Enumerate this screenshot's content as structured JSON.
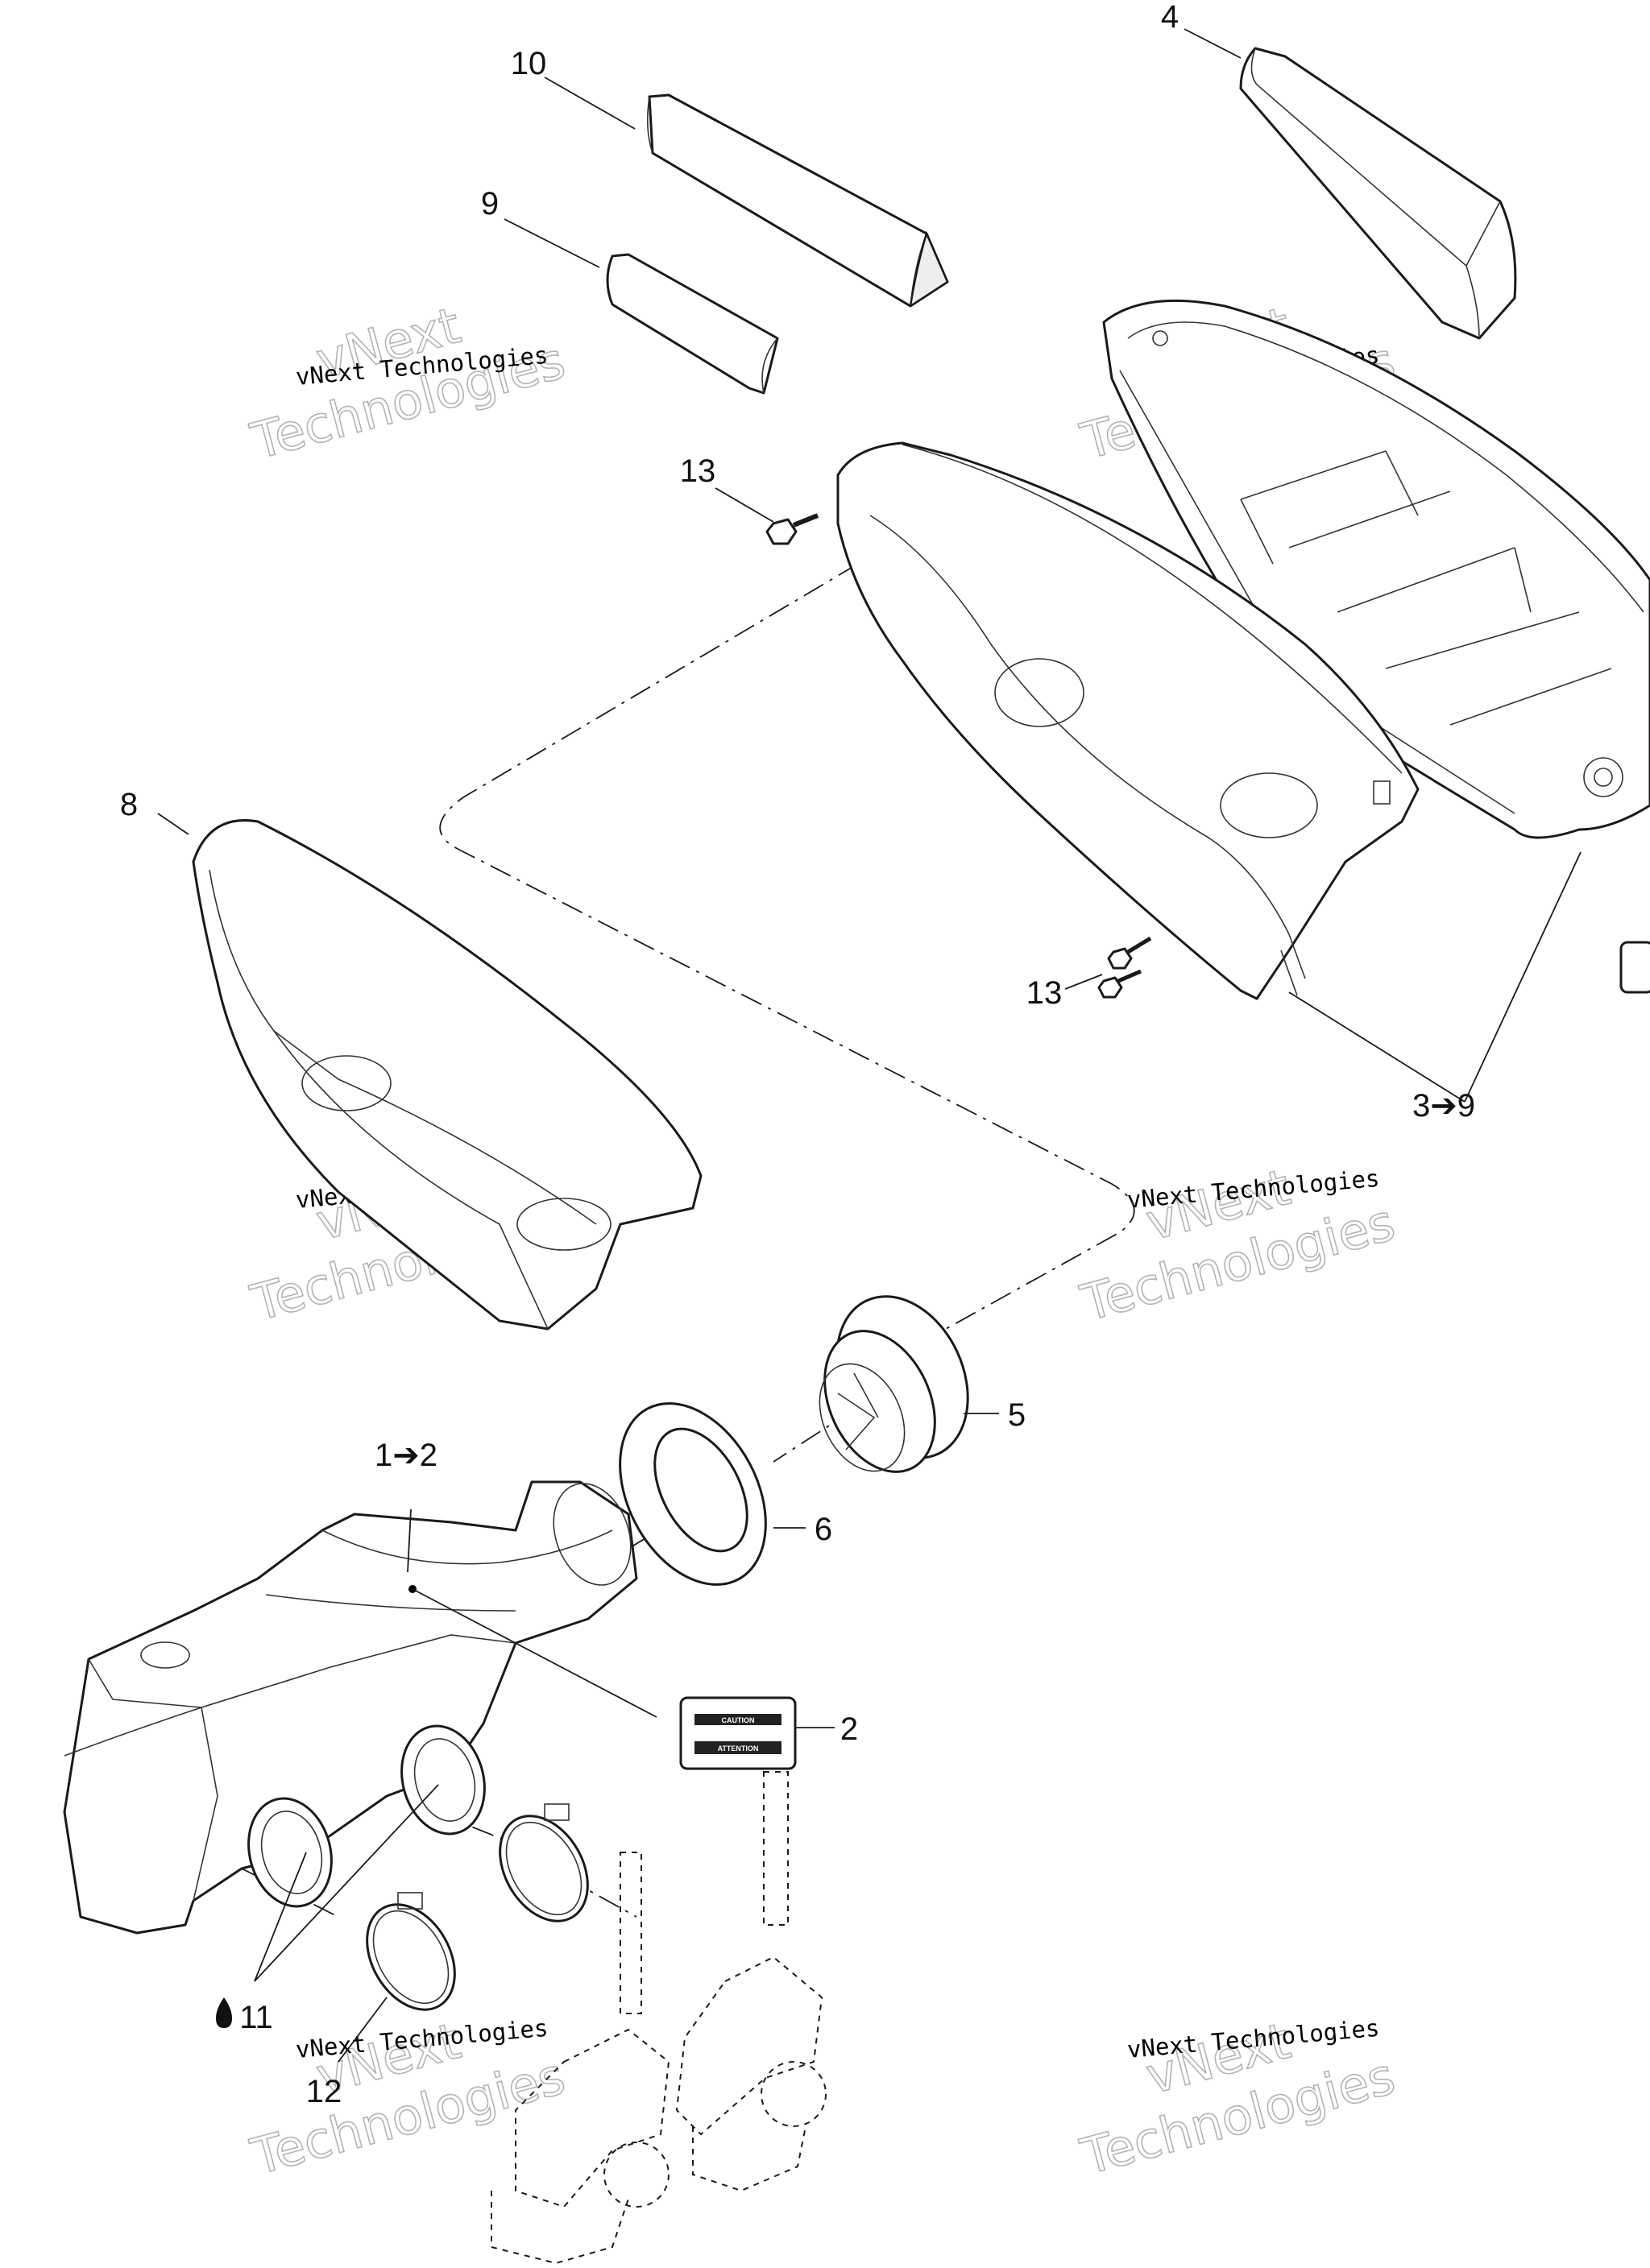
{
  "callouts": {
    "c1": "1➔2",
    "c2": "2",
    "c3": "3➔9",
    "c4": "4",
    "c5": "5",
    "c6": "6",
    "c8": "8",
    "c9": "9",
    "c10": "10",
    "c11": "11",
    "c12": "12",
    "c13a": "13",
    "c13b": "13"
  },
  "decal": {
    "line1": "CAUTION",
    "line2": "ATTENTION"
  },
  "watermark": {
    "brand": "vNext Technologies",
    "word1": "vNext",
    "word2": "Technologies"
  },
  "icons": {
    "drop": "drop-icon",
    "arrow": "arrow-icon"
  }
}
